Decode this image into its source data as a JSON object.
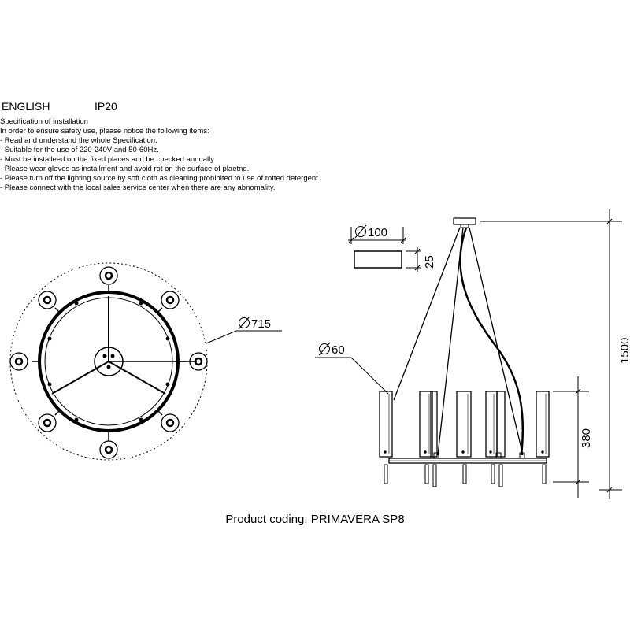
{
  "header": {
    "language": "ENGLISH",
    "ip_rating": "IP20"
  },
  "specification": {
    "title": "Specification of installation",
    "intro": "In order to ensure safety use, please notice the following items:",
    "items": [
      "- Read and understand the whole Specification.",
      "- Suitable for the use of 220-240V and 50-60Hz.",
      "- Must be installeed on the fixed places and be checked annually",
      "- Please wear gloves as installment and avoid rot on the surface of plaetng.",
      "- Please turn off the lighting source by soft cloth as cleaning prohibited to use of rotted detergent.",
      "- Please connect with the local sales service center when there are any abnomality."
    ]
  },
  "dimensions": {
    "outer_diameter": "715",
    "canopy_diameter": "100",
    "canopy_height": "25",
    "shade_diameter": "60",
    "lamp_height": "380",
    "total_height": "1500"
  },
  "product_coding": "Product coding: PRIMAVERA SP8"
}
